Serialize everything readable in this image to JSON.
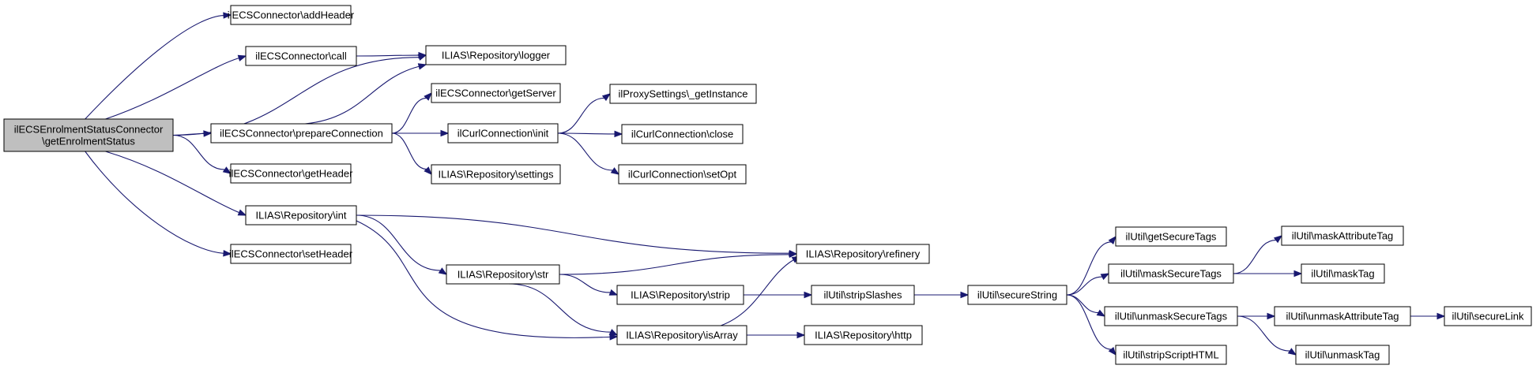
{
  "diagram": {
    "type": "call-graph",
    "edge_color": "#191970",
    "root_fill": "#bfbfbf",
    "nodes": [
      {
        "id": "root",
        "lines": [
          "ilECSEnrolmentStatusConnector",
          "\\getEnrolmentStatus"
        ],
        "root": true
      },
      {
        "id": "addHeader",
        "lines": [
          "ilECSConnector\\addHeader"
        ]
      },
      {
        "id": "call",
        "lines": [
          "ilECSConnector\\call"
        ]
      },
      {
        "id": "logger",
        "lines": [
          "ILIAS\\Repository\\logger"
        ]
      },
      {
        "id": "getServer",
        "lines": [
          "ilECSConnector\\getServer"
        ]
      },
      {
        "id": "prepareConnection",
        "lines": [
          "ilECSConnector\\prepareConnection"
        ]
      },
      {
        "id": "getInstance",
        "lines": [
          "ilProxySettings\\_getInstance"
        ]
      },
      {
        "id": "curlInit",
        "lines": [
          "ilCurlConnection\\init"
        ]
      },
      {
        "id": "curlClose",
        "lines": [
          "ilCurlConnection\\close"
        ]
      },
      {
        "id": "getHeader",
        "lines": [
          "ilECSConnector\\getHeader"
        ]
      },
      {
        "id": "settings",
        "lines": [
          "ILIAS\\Repository\\settings"
        ]
      },
      {
        "id": "setOpt",
        "lines": [
          "ilCurlConnection\\setOpt"
        ]
      },
      {
        "id": "int",
        "lines": [
          "ILIAS\\Repository\\int"
        ]
      },
      {
        "id": "setHeader",
        "lines": [
          "ilECSConnector\\setHeader"
        ]
      },
      {
        "id": "refinery",
        "lines": [
          "ILIAS\\Repository\\refinery"
        ]
      },
      {
        "id": "str",
        "lines": [
          "ILIAS\\Repository\\str"
        ]
      },
      {
        "id": "strip",
        "lines": [
          "ILIAS\\Repository\\strip"
        ]
      },
      {
        "id": "stripSlashes",
        "lines": [
          "ilUtil\\stripSlashes"
        ]
      },
      {
        "id": "secureString",
        "lines": [
          "ilUtil\\secureString"
        ]
      },
      {
        "id": "isArray",
        "lines": [
          "ILIAS\\Repository\\isArray"
        ]
      },
      {
        "id": "http",
        "lines": [
          "ILIAS\\Repository\\http"
        ]
      },
      {
        "id": "getSecureTags",
        "lines": [
          "ilUtil\\getSecureTags"
        ]
      },
      {
        "id": "maskSecureTags",
        "lines": [
          "ilUtil\\maskSecureTags"
        ]
      },
      {
        "id": "unmaskSecureTags",
        "lines": [
          "ilUtil\\unmaskSecureTags"
        ]
      },
      {
        "id": "stripScriptHTML",
        "lines": [
          "ilUtil\\stripScriptHTML"
        ]
      },
      {
        "id": "maskAttributeTag",
        "lines": [
          "ilUtil\\maskAttributeTag"
        ]
      },
      {
        "id": "maskTag",
        "lines": [
          "ilUtil\\maskTag"
        ]
      },
      {
        "id": "unmaskAttributeTag",
        "lines": [
          "ilUtil\\unmaskAttributeTag"
        ]
      },
      {
        "id": "unmaskTag",
        "lines": [
          "ilUtil\\unmaskTag"
        ]
      },
      {
        "id": "secureLink",
        "lines": [
          "ilUtil\\secureLink"
        ]
      }
    ],
    "edges": [
      {
        "from": "root",
        "to": "addHeader"
      },
      {
        "from": "root",
        "to": "call"
      },
      {
        "from": "root",
        "to": "logger"
      },
      {
        "from": "root",
        "to": "prepareConnection"
      },
      {
        "from": "root",
        "to": "getHeader"
      },
      {
        "from": "root",
        "to": "int"
      },
      {
        "from": "root",
        "to": "setHeader"
      },
      {
        "from": "call",
        "to": "logger"
      },
      {
        "from": "prepareConnection",
        "to": "logger"
      },
      {
        "from": "prepareConnection",
        "to": "getServer"
      },
      {
        "from": "prepareConnection",
        "to": "curlInit"
      },
      {
        "from": "prepareConnection",
        "to": "settings"
      },
      {
        "from": "curlInit",
        "to": "getInstance"
      },
      {
        "from": "curlInit",
        "to": "curlClose"
      },
      {
        "from": "curlInit",
        "to": "setOpt"
      },
      {
        "from": "int",
        "to": "refinery"
      },
      {
        "from": "int",
        "to": "str"
      },
      {
        "from": "int",
        "to": "isArray"
      },
      {
        "from": "str",
        "to": "refinery"
      },
      {
        "from": "str",
        "to": "strip"
      },
      {
        "from": "str",
        "to": "isArray"
      },
      {
        "from": "isArray",
        "to": "refinery"
      },
      {
        "from": "isArray",
        "to": "http"
      },
      {
        "from": "strip",
        "to": "stripSlashes"
      },
      {
        "from": "stripSlashes",
        "to": "secureString"
      },
      {
        "from": "secureString",
        "to": "getSecureTags"
      },
      {
        "from": "secureString",
        "to": "maskSecureTags"
      },
      {
        "from": "secureString",
        "to": "unmaskSecureTags"
      },
      {
        "from": "secureString",
        "to": "stripScriptHTML"
      },
      {
        "from": "maskSecureTags",
        "to": "maskAttributeTag"
      },
      {
        "from": "maskSecureTags",
        "to": "maskTag"
      },
      {
        "from": "unmaskSecureTags",
        "to": "unmaskAttributeTag"
      },
      {
        "from": "unmaskSecureTags",
        "to": "unmaskTag"
      },
      {
        "from": "unmaskAttributeTag",
        "to": "secureLink"
      }
    ]
  }
}
